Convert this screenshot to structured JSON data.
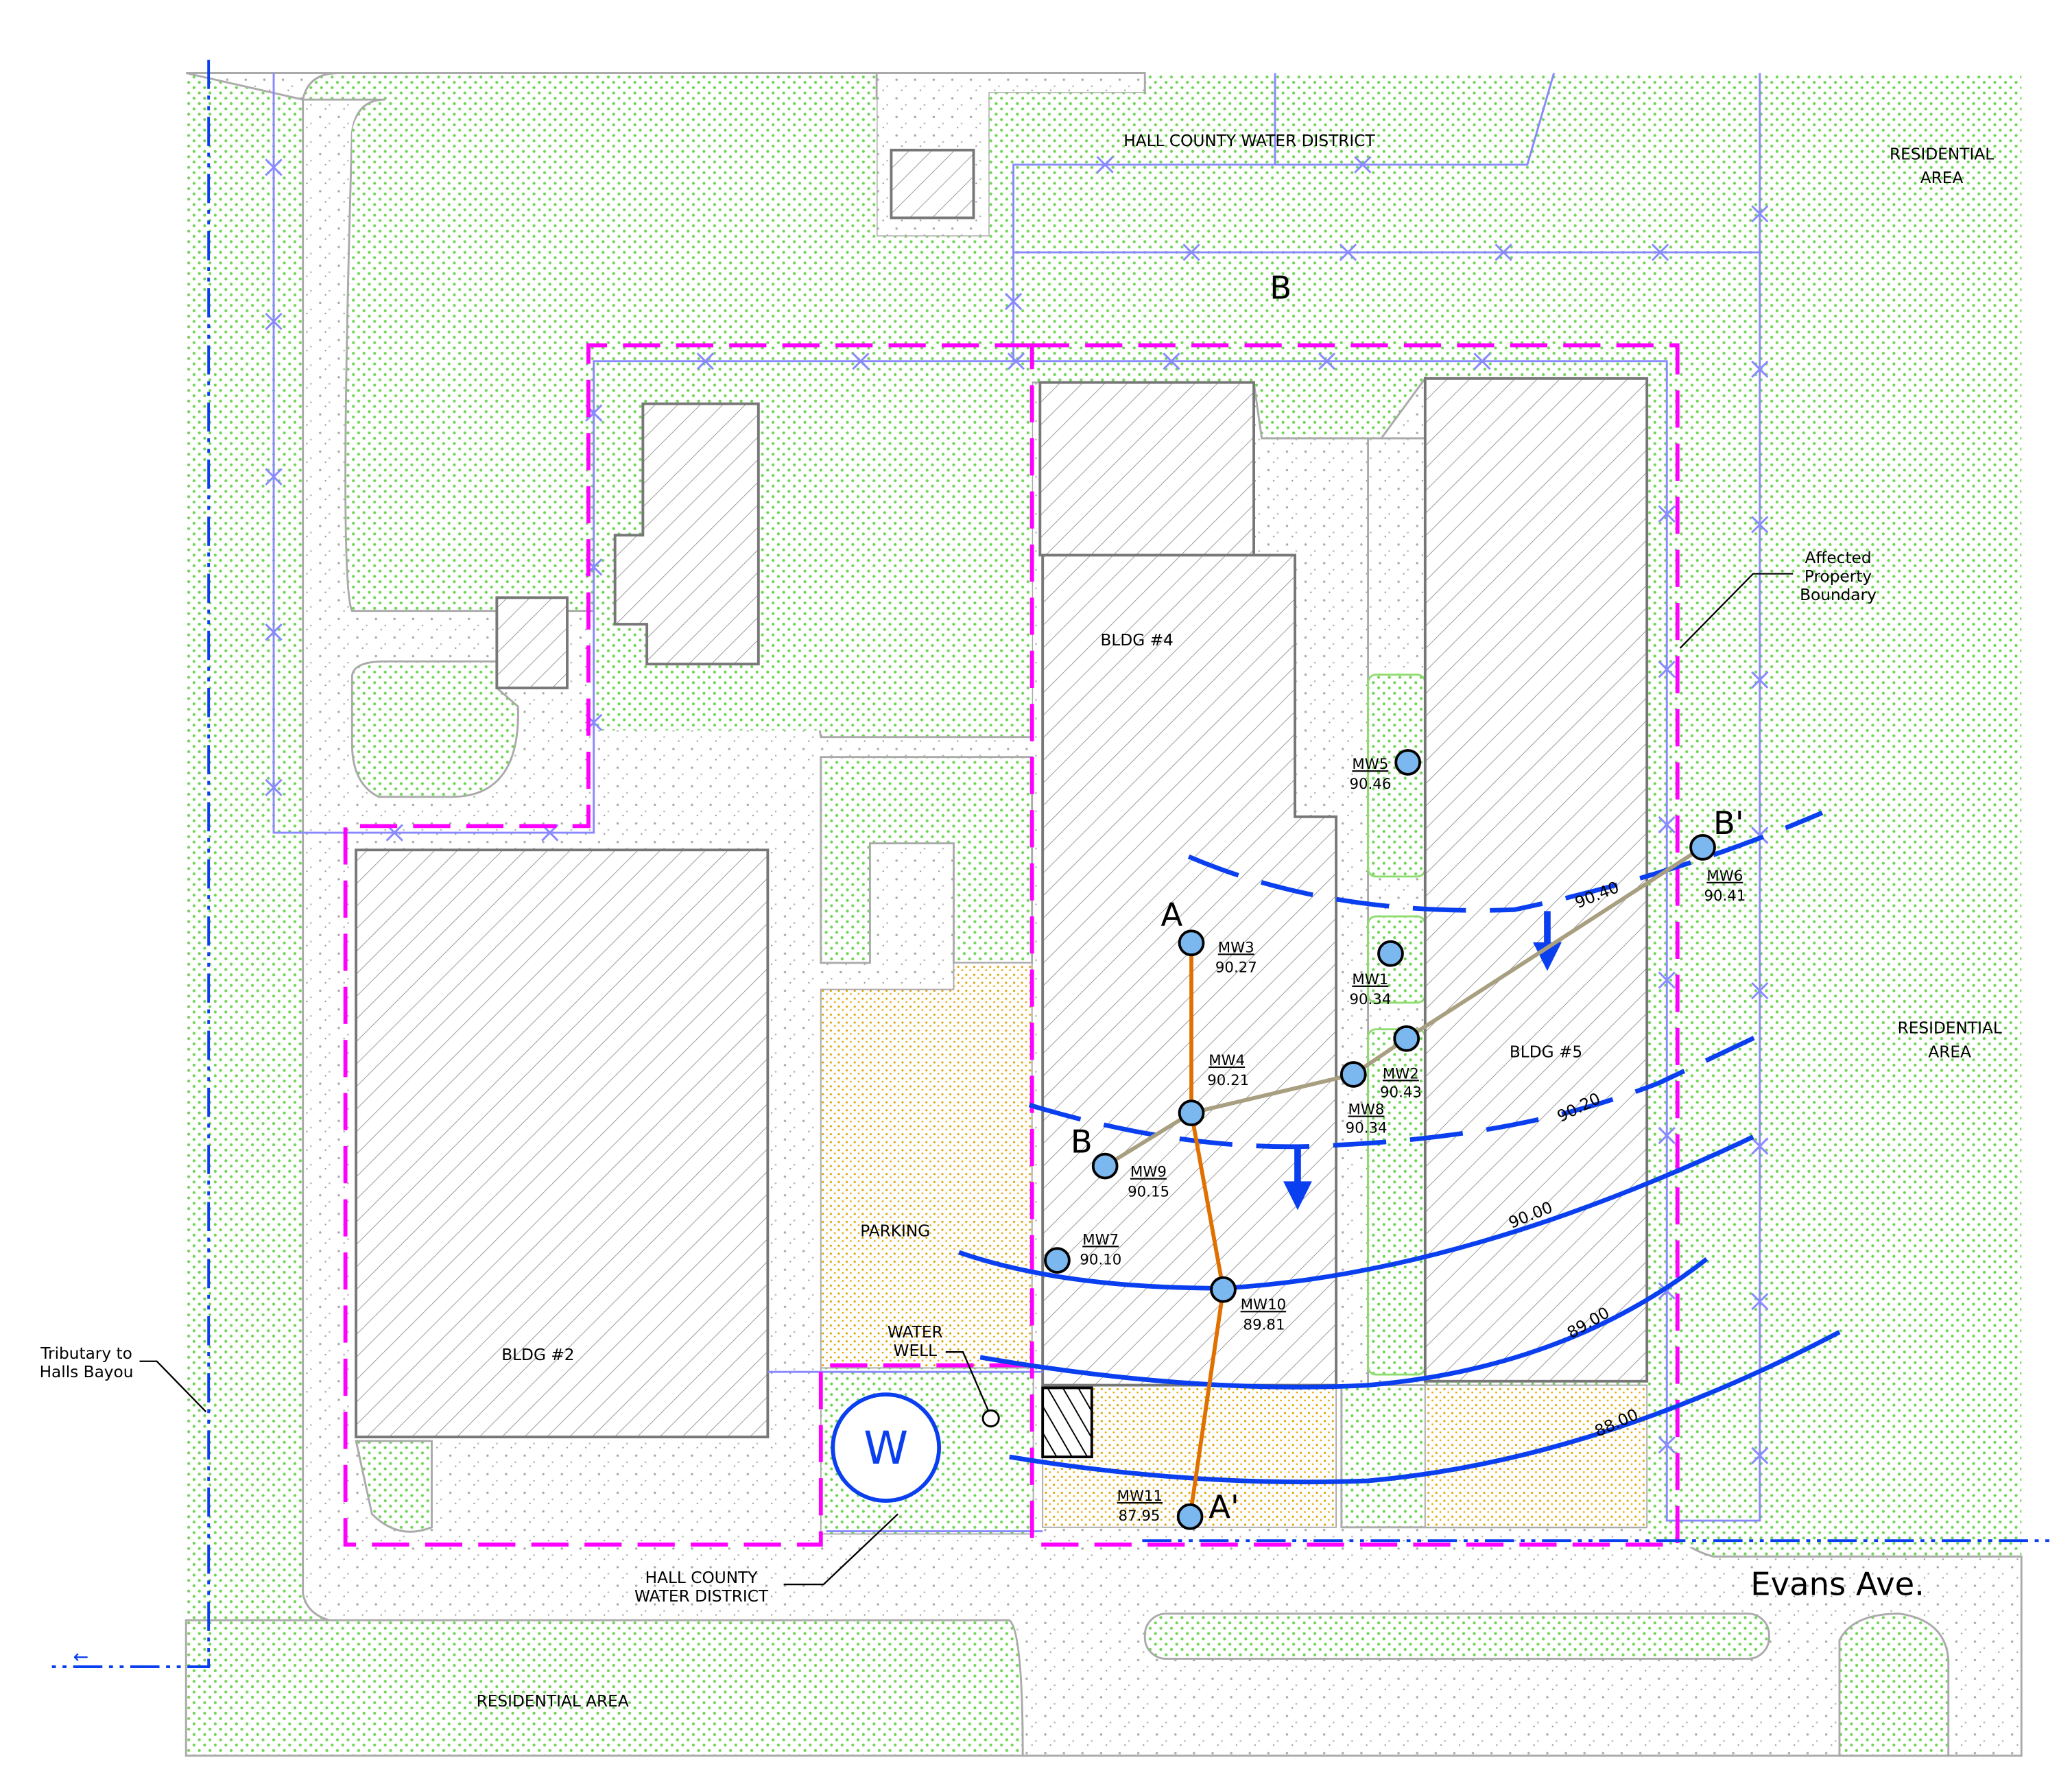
{
  "labels": {
    "hall_county_top": "HALL COUNTY WATER DISTRICT",
    "residential_ne_1": "RESIDENTIAL",
    "residential_ne_2": "AREA",
    "residential_e_1": "RESIDENTIAL",
    "residential_e_2": "AREA",
    "residential_s": "RESIDENTIAL AREA",
    "affected_1": "Affected",
    "affected_2": "Property",
    "affected_3": "Boundary",
    "bldg2": "BLDG #2",
    "bldg4": "BLDG #4",
    "bldg5": "BLDG #5",
    "parking": "PARKING",
    "water_well_1": "WATER",
    "water_well_2": "WELL",
    "well_symbol": "W",
    "hall_county_bottom_1": "HALL COUNTY",
    "hall_county_bottom_2": "WATER DISTRICT",
    "tributary_1": "Tributary to",
    "tributary_2": "Halls Bayou",
    "street": "Evans Ave.",
    "section_b_top": "B",
    "section_a": "A",
    "section_a_prime": "A'",
    "section_b": "B",
    "section_b_prime": "B'",
    "flow_arrow": "←"
  },
  "wells": [
    {
      "id": "MW1",
      "elevation": "90.34"
    },
    {
      "id": "MW2",
      "elevation": "90.43"
    },
    {
      "id": "MW3",
      "elevation": "90.27"
    },
    {
      "id": "MW4",
      "elevation": "90.21"
    },
    {
      "id": "MW5",
      "elevation": "90.46"
    },
    {
      "id": "MW6",
      "elevation": "90.41"
    },
    {
      "id": "MW7",
      "elevation": "90.10"
    },
    {
      "id": "MW8",
      "elevation": "90.34"
    },
    {
      "id": "MW9",
      "elevation": "90.15"
    },
    {
      "id": "MW10",
      "elevation": "89.81"
    },
    {
      "id": "MW11",
      "elevation": "87.95"
    }
  ],
  "contours": [
    "90.40",
    "90.20",
    "90.00",
    "89.00",
    "88.00"
  ],
  "colors": {
    "contour": "#0a3ff0",
    "boundary": "#ff00ff",
    "section_a": "#e07000",
    "section_b": "#a89e80",
    "well_fill": "#7cb8f0"
  }
}
